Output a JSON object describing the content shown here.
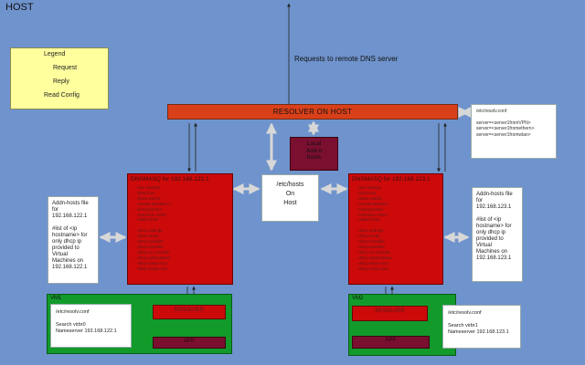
{
  "host": {
    "title": "HOST"
  },
  "remote_label": "Requests to remote DNS server",
  "legend": {
    "title": "Legend",
    "items": [
      {
        "label": "Request"
      },
      {
        "label": "Reply"
      },
      {
        "label": "Read Config"
      }
    ]
  },
  "resolver_on_host": {
    "label": "RESOLVER ON HOST"
  },
  "resolv_conf_host": {
    "lines": [
      "/etc/resolv.conf",
      "",
      "server=<server1fromVPN>",
      "server=<server1fromethern>",
      "server=<server1fromwlan>"
    ]
  },
  "local_addn_hosts": {
    "lines": [
      "Local",
      "Add-n",
      "hosts"
    ]
  },
  "etc_hosts": {
    "lines": [
      "/etc/hosts",
      "On",
      "Host"
    ]
  },
  "dnsmasq_left": {
    "title": "DNSMASQ for 192.168.122.1",
    "lines": [
      "--dns settings",
      "--bind-inter",
      "--listen-interfa",
      "--except-interface=l",
      "--bind-dynamic",
      "--interface=virbr0",
      "--addn-hosts",
      "",
      "--dhcp settings",
      "--dhcp-range",
      "--dhcp-hostsfile",
      "--dhcp-leasefile",
      "--dhcp-no-override",
      "--dhcp-authoritative",
      "--dhcp-lease-max",
      "--dhcp-script=/usr"
    ]
  },
  "dnsmasq_right": {
    "title": "DNSMASQ for 192.168.123.1",
    "lines": [
      "--dns settings",
      "--bind-inter",
      "--listen-interfa",
      "--except-interface",
      "--bind-dynamic",
      "--interface=virbr1",
      "--addn-hosts",
      "",
      "--dhcp settings",
      "--dhcp-range",
      "--dhcp-hostsfile",
      "--dhcp-leasefile",
      "--dhcp-no-override",
      "--dhcp-authoritative",
      "--dhcp-lease-max",
      "--dhcp-script=/usr"
    ]
  },
  "addn_note_left": {
    "lines": [
      "Addn-hosts file for",
      "192.168.122.1",
      "",
      "#list of <ip",
      "hostname> for",
      "only dhcp ip",
      "provided to Virtual",
      "Machines on",
      "192.168.122.1"
    ]
  },
  "addn_note_right": {
    "lines": [
      "Addn-hosts file for",
      "192.168.123.1",
      "",
      "#list of <ip",
      "hostname> for",
      "only dhcp ip",
      "provided to Virtual",
      "Machines on",
      "192.168.123.1"
    ]
  },
  "vm1": {
    "label": "VM1",
    "resolv": {
      "lines": [
        "/etc/resolv.conf",
        "",
        "Search virbr0",
        "Nameserver 192.168.122.1"
      ]
    },
    "resolver_label": "RESOLVER",
    "app_label": "APP"
  },
  "vm2": {
    "label": "VM2",
    "resolv": {
      "lines": [
        "/etc/resolv.conf",
        "",
        "Search virbr1",
        "Nameserver 192.168.123.1"
      ]
    },
    "resolver_label": "RESOLVER",
    "app_label": "APP"
  }
}
